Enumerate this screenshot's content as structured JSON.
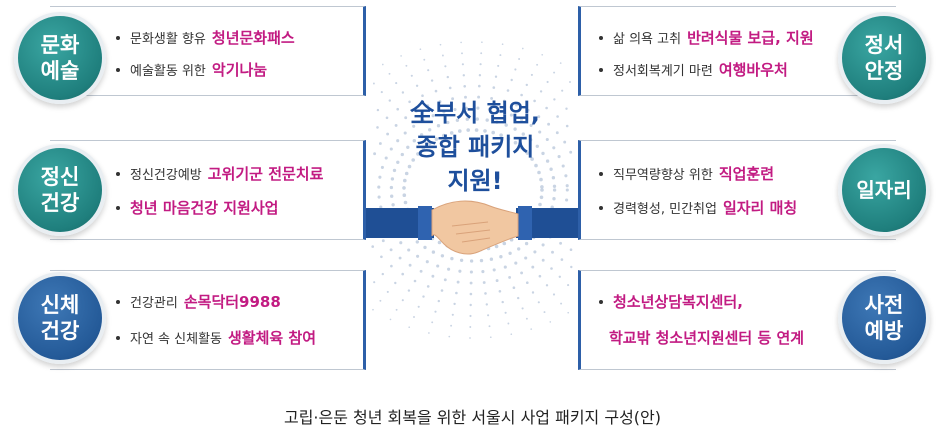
{
  "center": {
    "line1": "全부서 협업,",
    "line2": "종합 패키지",
    "line3": "지원!"
  },
  "categories": [
    {
      "label": "문화\n예술",
      "items": [
        {
          "plain": "문화생활 향유",
          "highlight": "청년문화패스"
        },
        {
          "plain": "예술활동 위한",
          "highlight": "악기나눔"
        }
      ]
    },
    {
      "label": "정신\n건강",
      "items": [
        {
          "plain": "정신건강예방",
          "highlight": "고위기군 전문치료"
        },
        {
          "plain": "",
          "highlight": "청년 마음건강 지원사업"
        }
      ]
    },
    {
      "label": "신체\n건강",
      "items": [
        {
          "plain": "건강관리",
          "highlight": "손목닥터9988"
        },
        {
          "plain": "자연 속 신체활동",
          "highlight": "생활체육 참여"
        }
      ]
    },
    {
      "label": "정서\n안정",
      "items": [
        {
          "plain": "삶 의욕 고취",
          "highlight": "반려식물 보급, 지원"
        },
        {
          "plain": "정서회복계기 마련",
          "highlight": "여행바우처"
        }
      ]
    },
    {
      "label": "일자리",
      "items": [
        {
          "plain": "직무역량향상 위한",
          "highlight": "직업훈련"
        },
        {
          "plain": "경력형성, 민간취업",
          "highlight": "일자리 매칭"
        }
      ]
    },
    {
      "label": "사전\n예방",
      "items": [
        {
          "plain": "",
          "highlight": "청소년상담복지센터,"
        },
        {
          "plain": "",
          "highlight": "학교밖 청소년지원센터 등 연계"
        }
      ]
    }
  ],
  "caption": "고립·은둔 청년 회복을 위한 서울시 사업 패키지 구성(안)",
  "colors": {
    "teal": "#1f7f7d",
    "navy": "#245a98",
    "highlight": "#c21b82",
    "title": "#1e4f9c"
  }
}
